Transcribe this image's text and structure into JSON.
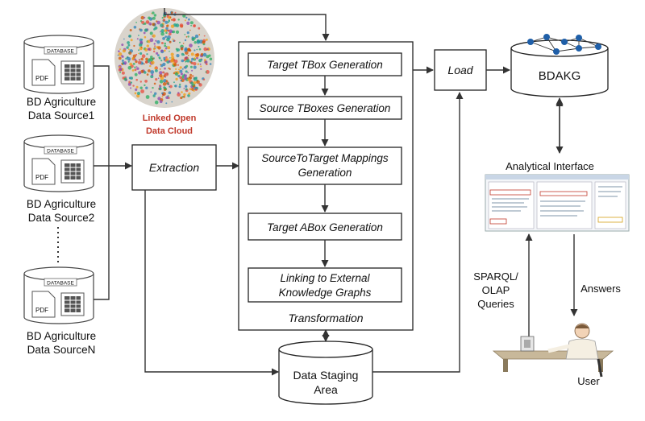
{
  "sources": [
    {
      "label1": "BD Agriculture",
      "label2": "Data Source1",
      "db": "DATABASE",
      "pdf": "PDF"
    },
    {
      "label1": "BD Agriculture",
      "label2": "Data Source2",
      "db": "DATABASE",
      "pdf": "PDF"
    },
    {
      "label1": "BD Agriculture",
      "label2": "Data SourceN",
      "db": "DATABASE",
      "pdf": "PDF"
    }
  ],
  "lod": {
    "line1": "Linked Open",
    "line2": "Data Cloud",
    "color": "#c0392b"
  },
  "extraction": "Extraction",
  "steps": {
    "tbox": "Target TBox Generation",
    "source_tboxes": "Source TBoxes Generation",
    "mappings1": "SourceToTarget Mappings",
    "mappings2": "Generation",
    "abox": "Target ABox Generation",
    "linking1": "Linking to External",
    "linking2": "Knowledge Graphs"
  },
  "transformation": "Transformation",
  "staging": {
    "line1": "Data Staging",
    "line2": "Area"
  },
  "load": "Load",
  "kg": "BDAKG",
  "analytical": "Analytical Interface",
  "queries": {
    "line1": "SPARQL/",
    "line2": "OLAP",
    "line3": "Queries"
  },
  "answers": "Answers",
  "user": "User",
  "colors": {
    "kg_node": "#1f5fa8",
    "lod_dots": [
      "#e74c3c",
      "#27ae60",
      "#2980b9",
      "#8e44ad",
      "#f39c12",
      "#16a085",
      "#d35400"
    ]
  }
}
